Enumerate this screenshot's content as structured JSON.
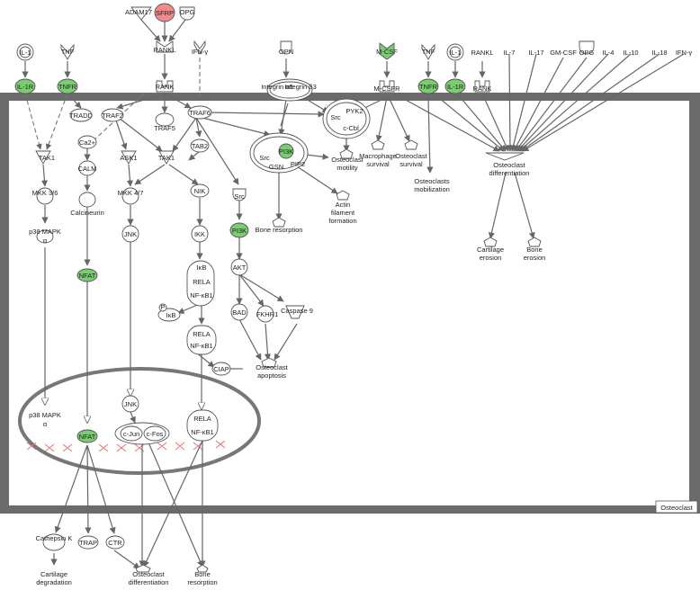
{
  "colors": {
    "green": "#7ccc72",
    "red": "#f28a8a",
    "wall": "#6b6b6b"
  },
  "cell_label": "Osteoclast",
  "nodes": {
    "adam17": "ADAM17",
    "sfrp": "SFRP",
    "opg_top": "OPG",
    "rankl_top": "RANKL",
    "rank_top": "RANK",
    "il1": "IL-1",
    "il1r": "IL-1R",
    "tnf1": "TNF",
    "tnfr1": "TNFR",
    "ifng1": "IFN-γ",
    "opn": "OPN",
    "integrin_a": "Integrin α5",
    "integrin_b": "Integrin β3",
    "mcsf": "M-CSF",
    "mcsfr": "M-CSFR",
    "tnf2": "TNF",
    "tnfr2": "TNFR",
    "il1b": "IL-1",
    "il1r2": "IL-1R",
    "rankl2": "RANKL",
    "rank2": "RANK",
    "il7": "IL-7",
    "il17": "IL-17",
    "gmcsf": "GM-CSF",
    "opg2": "OPG",
    "il4": "IL-4",
    "il10": "IL-10",
    "il18": "IL-18",
    "ifng2": "IFN-γ",
    "tradd": "TRADD",
    "traf2": "TRAF2",
    "traf5": "TRAF5",
    "traf6": "TRAF6",
    "tab2": "TAB2",
    "tak1a": "TAK1",
    "tak1b": "TAK1",
    "ask1": "ASK1",
    "ca2": "Ca2+",
    "calm": "CALM",
    "calcineurin": "Calcineurin",
    "nfat1": "NFAT",
    "mkk36": "MKK 3/6",
    "mkk47": "MKK 4/7",
    "jnk1": "JNK",
    "p38a": "p38 MAPK",
    "p38b": "p38 MAPK",
    "alpha": "α",
    "nik": "NIK",
    "ikk": "IKK",
    "ikb": "IκB",
    "relа": "RELA",
    "nfkb1": "NF-κB1",
    "ikb_p": "IκB",
    "p": "P",
    "src1": "Src",
    "pyk2": "PYK2",
    "ccbl": "c-Cbl",
    "src2": "Src",
    "pi3k1": "PI3K",
    "gsn": "GSN",
    "pip2": "PIP2",
    "src3": "Src",
    "pi3k2": "PI3K",
    "akt": "AKT",
    "bad": "BAD",
    "fkhr": "FKHR1",
    "casp9": "Caspase 9",
    "ciap": "CIAP",
    "jnk2": "JNK",
    "cjun": "c-Jun",
    "cfos": "c-Fos",
    "nfat2": "NFAT",
    "cathepsin": "Cathepsin K",
    "trap": "TRAP",
    "ctr": "CTR"
  },
  "outcomes": {
    "mac_surv": "Macrophage survival",
    "oc_surv": "Osteoclast survival",
    "oc_diff1": "Osteoclast differentiation",
    "oc_mob": "Osteoclasts mobilization",
    "cart_ero": "Cartilage erosion",
    "bone_ero": "Bone erosion",
    "oc_mot": "Osteoclast motility",
    "actin": "Actin filament formation",
    "bone_res1": "Bone resorption",
    "oc_apop": "Osteoclast apoptosis",
    "cart_deg": "Cartilage degradation",
    "oc_diff2": "Osteoclast differentiation",
    "bone_res2": "Bone resorption"
  }
}
